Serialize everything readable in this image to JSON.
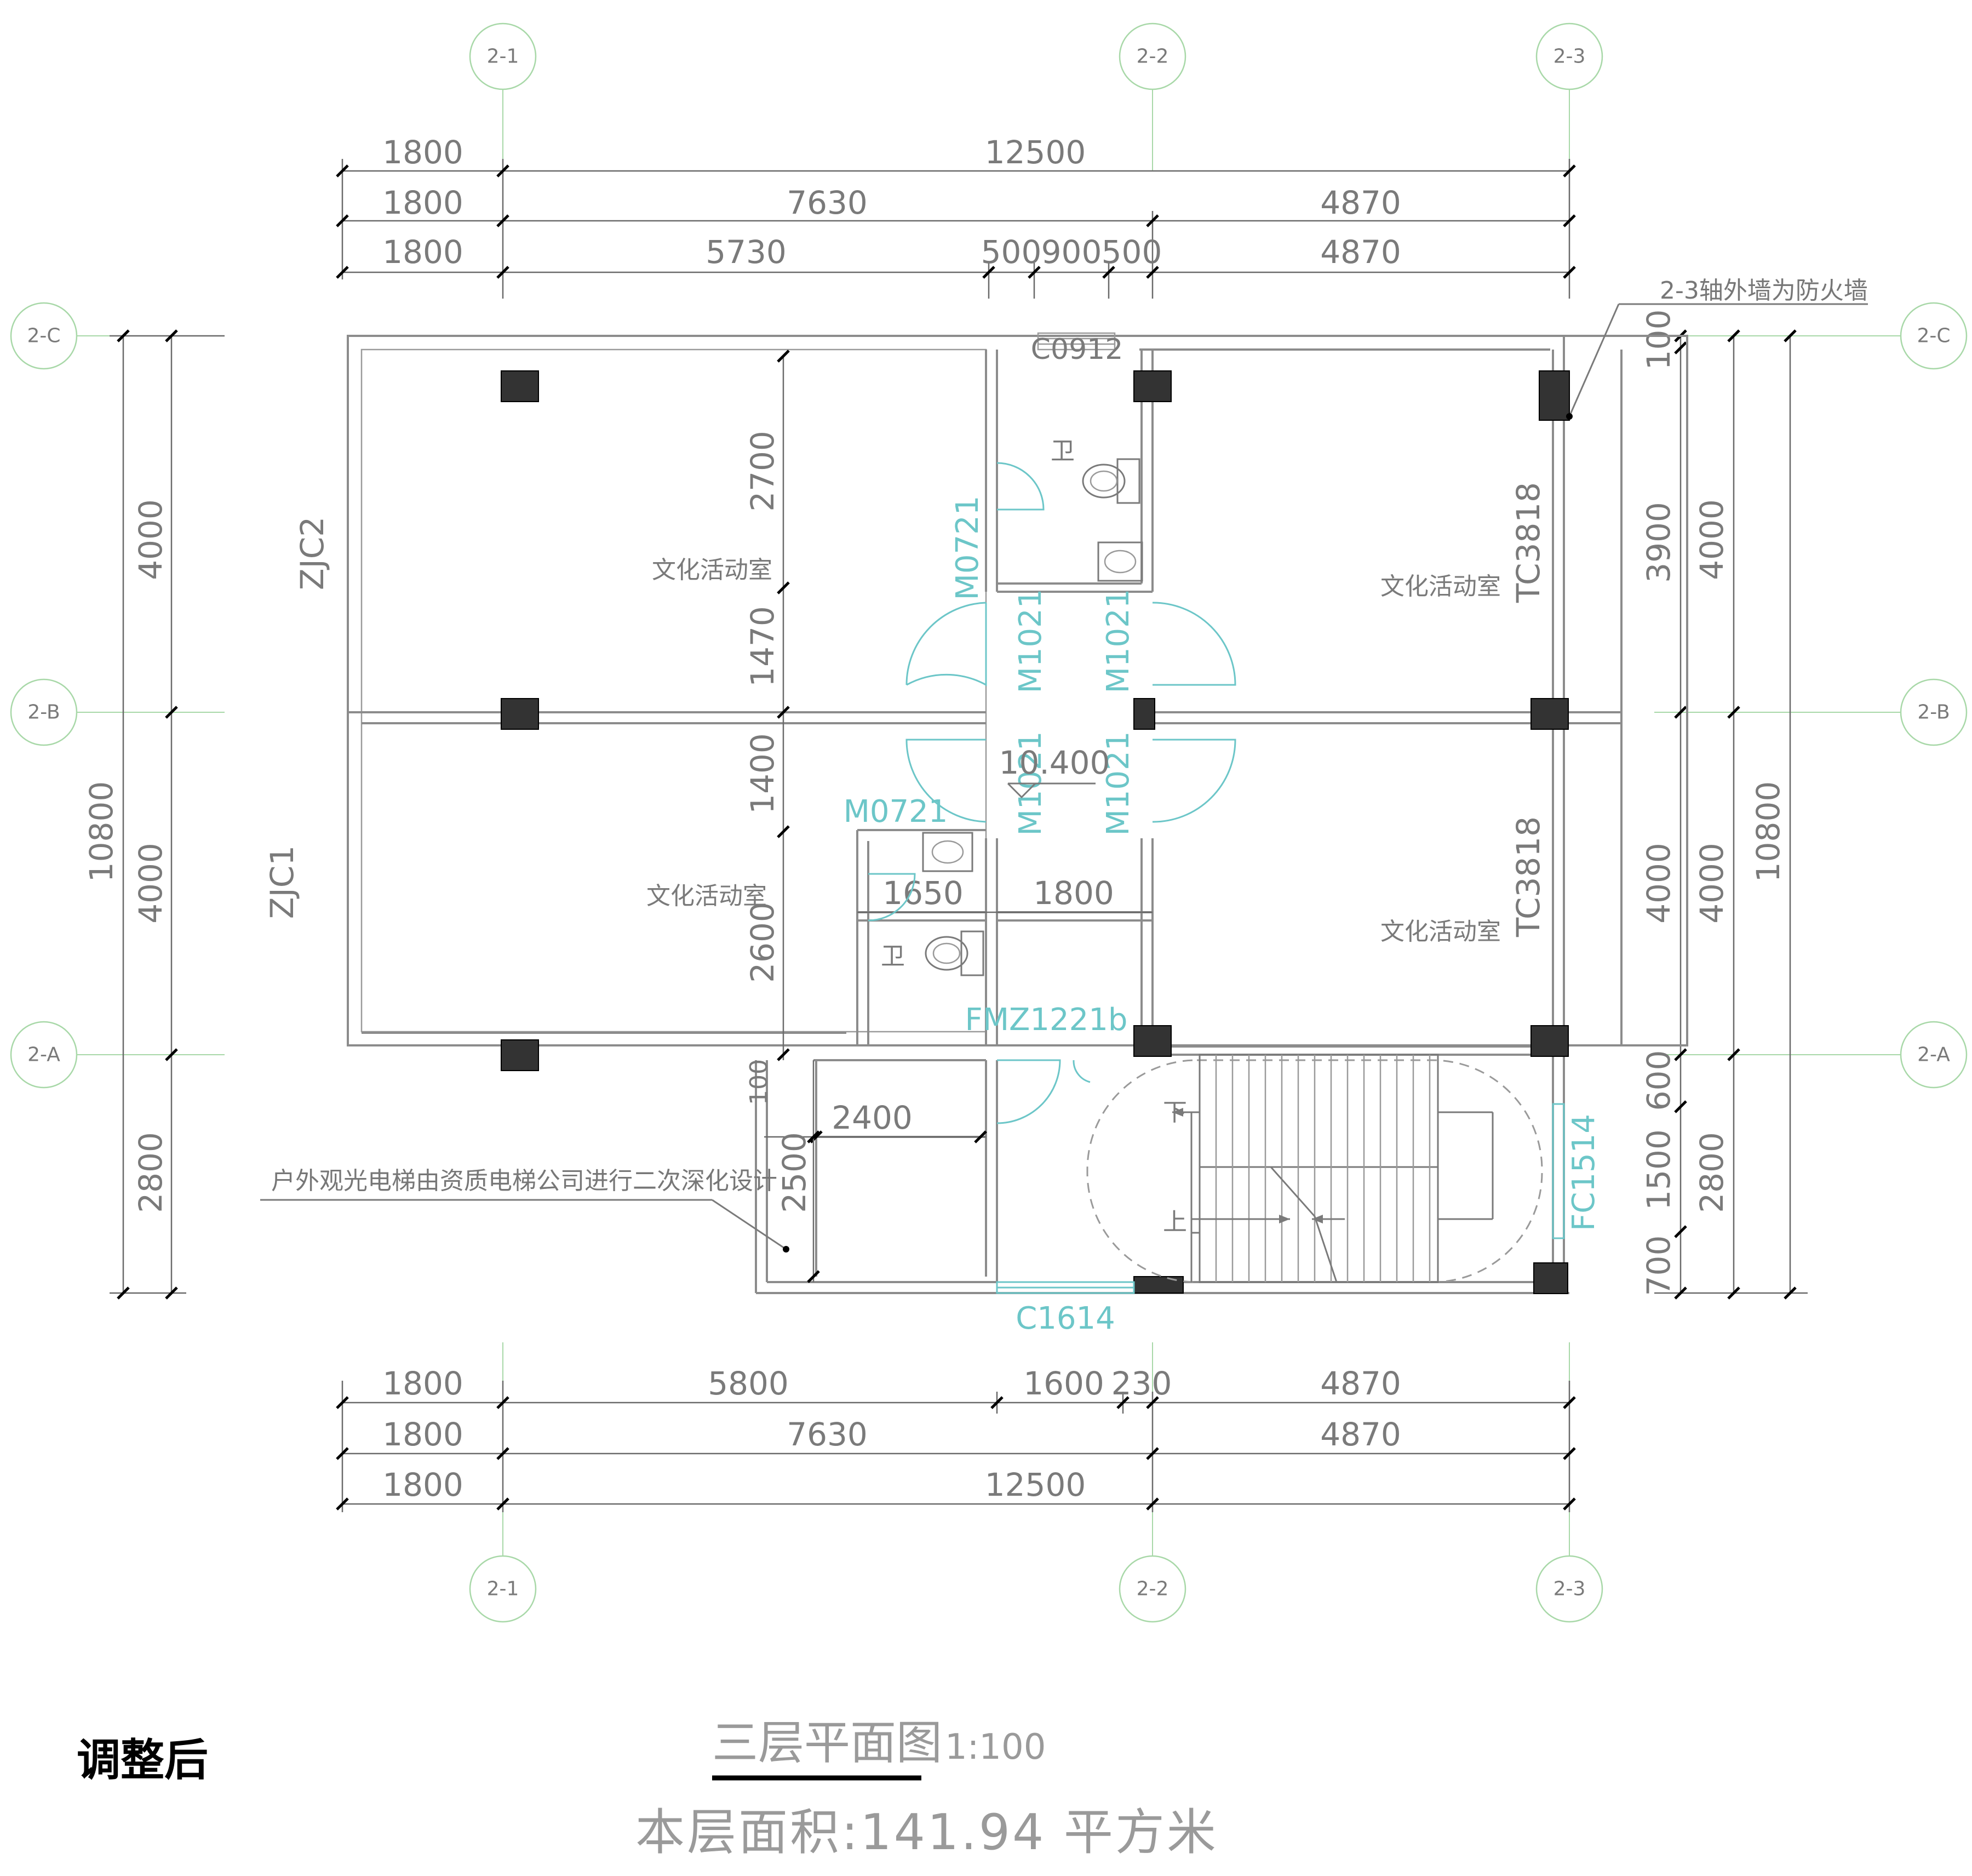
{
  "drawing": {
    "title": "三层平面图",
    "scale": "1:100",
    "area_label": "本层面积:141.94 平方米",
    "status_label": "调整后"
  },
  "axes": {
    "top": [
      "2-1",
      "2-2",
      "2-3"
    ],
    "bottom": [
      "2-1",
      "2-2",
      "2-3"
    ],
    "left": [
      "2-C",
      "2-B",
      "2-A"
    ],
    "right": [
      "2-C",
      "2-B",
      "2-A"
    ]
  },
  "dimensions": {
    "top_row1": [
      "1800",
      "12500"
    ],
    "top_row2": [
      "1800",
      "7630",
      "4870"
    ],
    "top_row3": [
      "1800",
      "5730",
      "500",
      "900",
      "500",
      "4870"
    ],
    "bottom_row1": [
      "1800",
      "5800",
      "1600",
      "230",
      "4870"
    ],
    "bottom_row2": [
      "1800",
      "7630",
      "4870"
    ],
    "bottom_row3": [
      "1800",
      "12500"
    ],
    "left_outer": [
      "10800"
    ],
    "left_inner": [
      "4000",
      "4000",
      "2800"
    ],
    "right_inner": [
      "100",
      "3900",
      "4000",
      "600",
      "1500",
      "700"
    ],
    "right_mid": [
      "4000",
      "4000",
      "2800"
    ],
    "right_outer": [
      "10800"
    ],
    "interior_vertical": [
      "2700",
      "1470",
      "1400",
      "2600",
      "100"
    ],
    "interior_horizontal": [
      "1650",
      "1800",
      "2400"
    ],
    "elevator_depth": "2500"
  },
  "rooms": {
    "top_left": "文化活动室",
    "bottom_left": "文化活动室",
    "top_right": "文化活动室",
    "bottom_right": "文化活动室",
    "wc_top": "卫",
    "wc_bottom": "卫"
  },
  "openings": {
    "window_top": "C0912",
    "window_bottom": "C1614",
    "door_wc_top": "M0721",
    "door_wc_bottom": "M0721",
    "door_upper_left": "M1021",
    "door_upper_right": "M1021",
    "door_lower_left": "M1021",
    "door_lower_right": "M1021",
    "fire_door": "FMZ1221b",
    "fire_window": "FC1514",
    "tall_window_upper": "TC3818",
    "tall_window_lower": "TC3818",
    "wall_mark_upper": "ZJC2",
    "wall_mark_lower": "ZJC1"
  },
  "elevation": "10.400",
  "stairs": {
    "down": "下",
    "up": "上"
  },
  "notes": {
    "firewall": "2-3轴外墙为防火墙",
    "elevator": "户外观光电梯由资质电梯公司进行二次深化设计"
  },
  "colors": {
    "annotation_cyan": "#6cc6c8",
    "grid_green": "#a8d8a8",
    "column": "#333333"
  }
}
